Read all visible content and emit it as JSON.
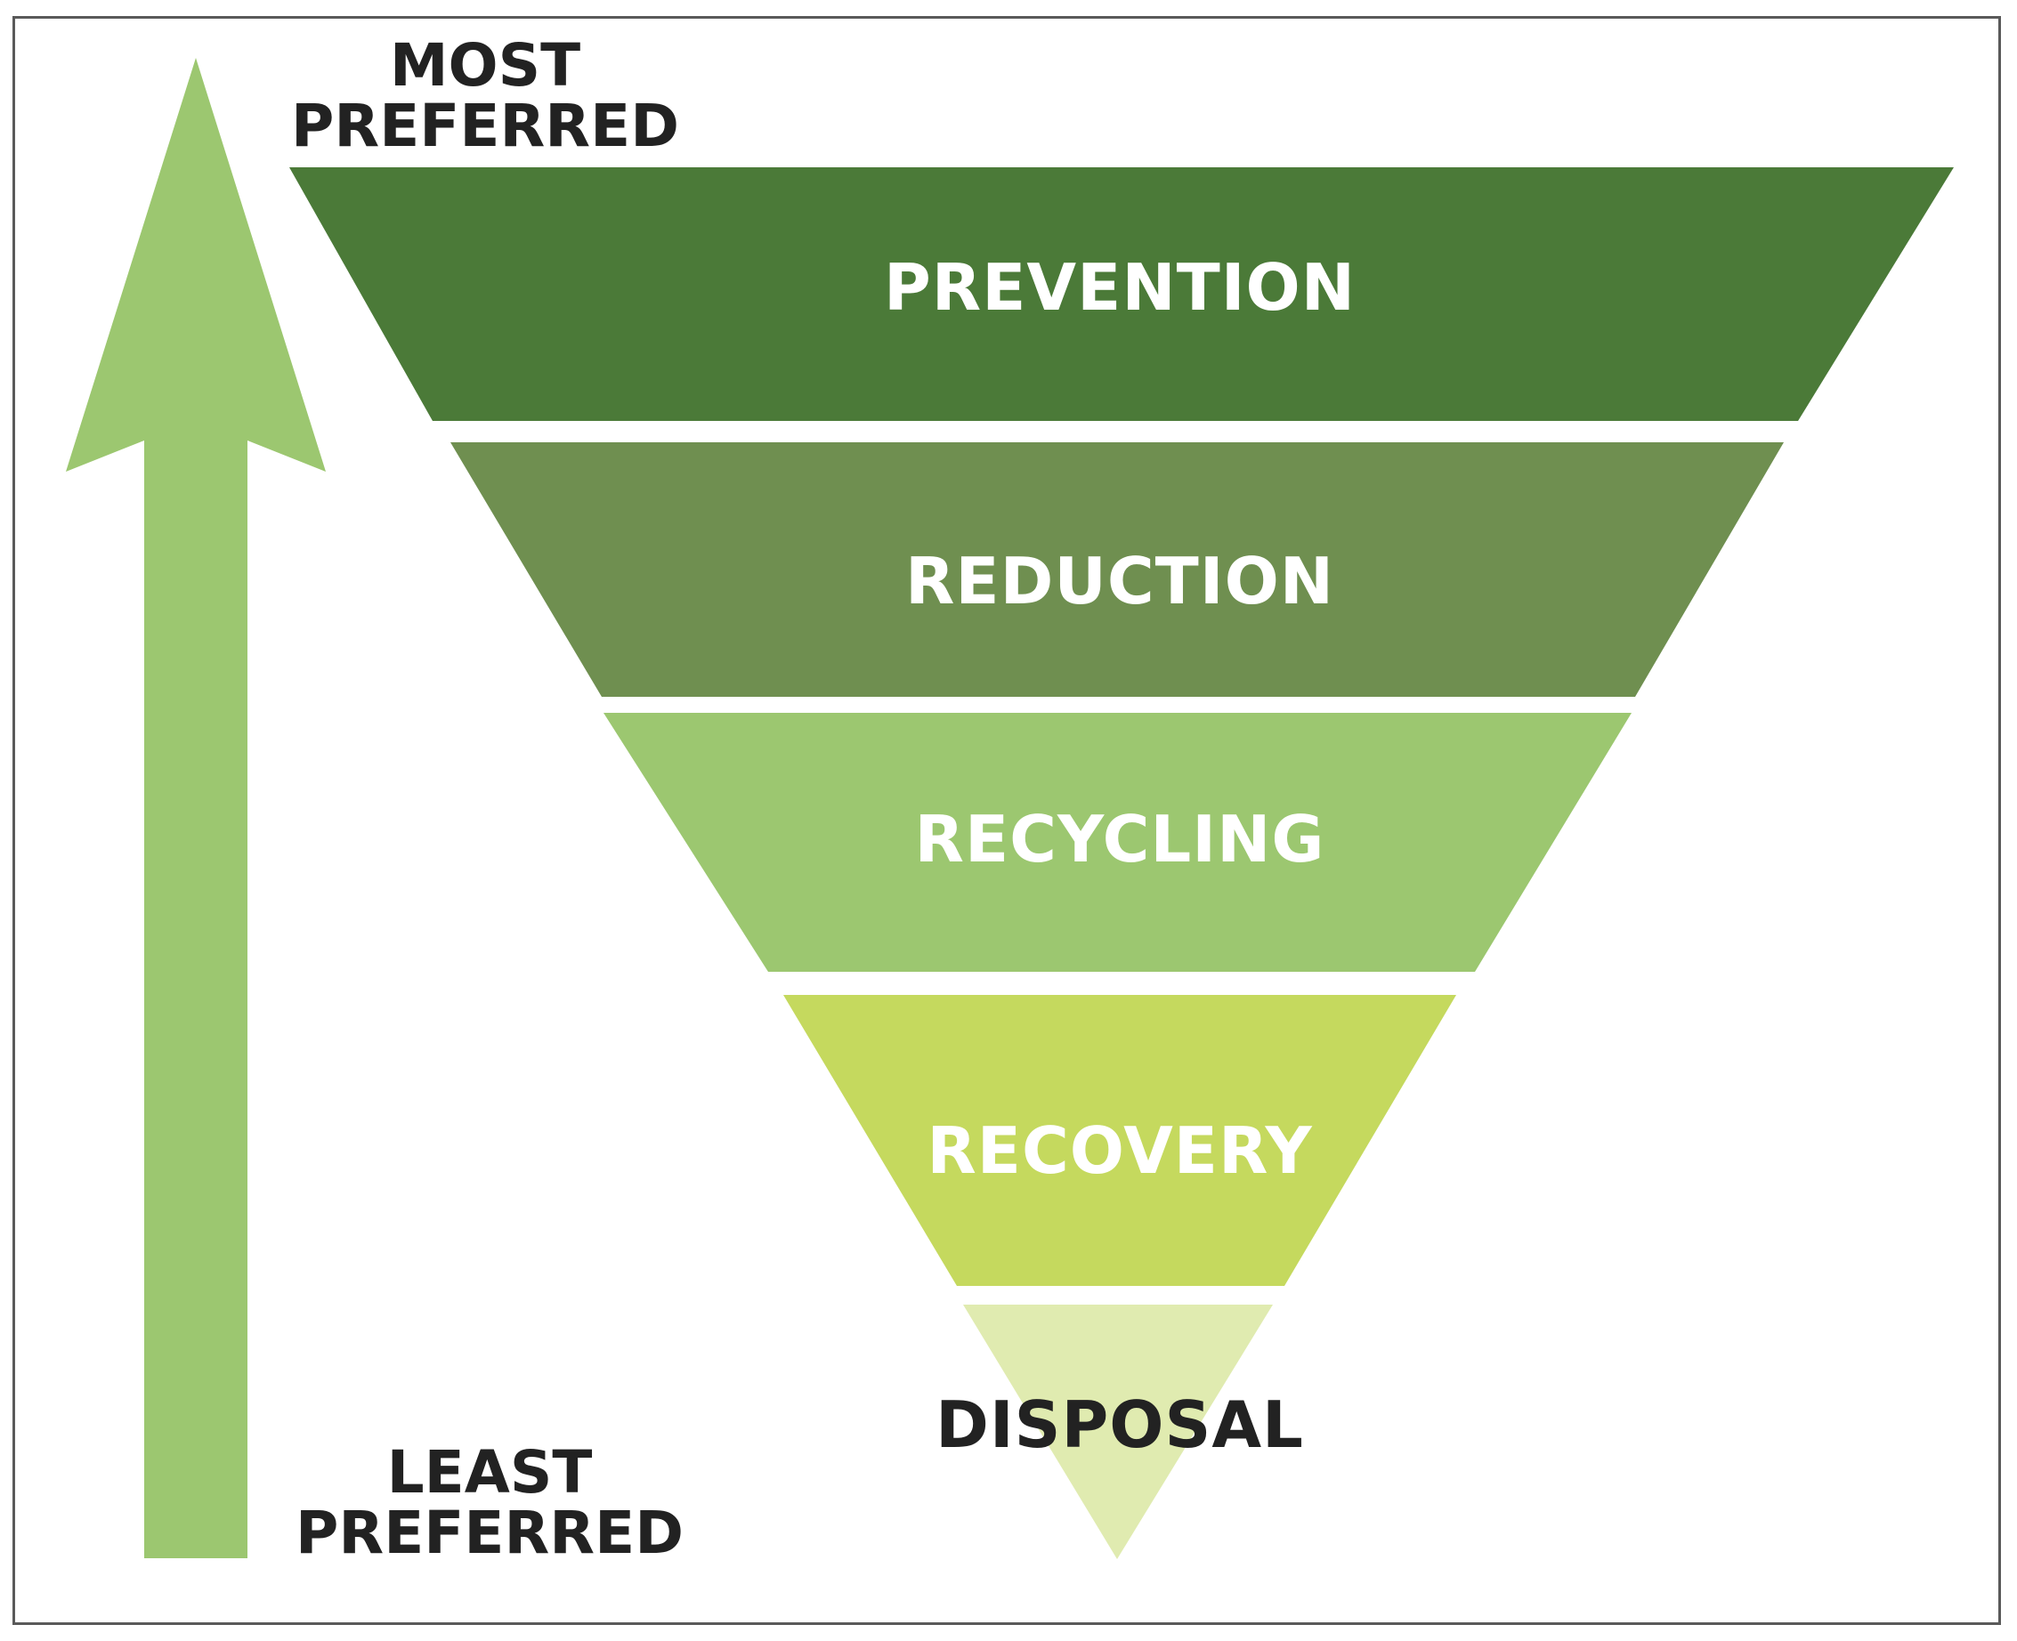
{
  "axis": {
    "top_label_line1": "MOST",
    "top_label_line2": "PREFERRED",
    "bottom_label_line1": "LEAST",
    "bottom_label_line2": "PREFERRED",
    "arrow_color": "#9cc770"
  },
  "tiers": [
    {
      "label": "PREVENTION",
      "fill": "#4b7a38",
      "text_color": "#ffffff"
    },
    {
      "label": "REDUCTION",
      "fill": "#6f8f50",
      "text_color": "#ffffff"
    },
    {
      "label": "RECYCLING",
      "fill": "#9cc770",
      "text_color": "#ffffff"
    },
    {
      "label": "RECOVERY",
      "fill": "#c5d95e",
      "text_color": "#ffffff"
    },
    {
      "label": "DISPOSAL",
      "fill": "#e0ebb0",
      "text_color": "#222222"
    }
  ]
}
